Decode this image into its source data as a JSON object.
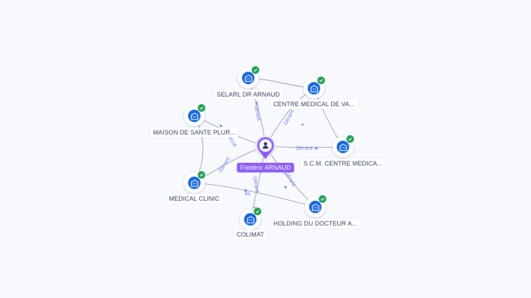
{
  "center": {
    "name": "Frédéric ARNAUD",
    "icon": "person-icon"
  },
  "nodes": [
    {
      "id": "selarl",
      "label": "SELARL DR ARNAUD",
      "icon": "building-icon",
      "status": "verified"
    },
    {
      "id": "centre",
      "label": "CENTRE MEDICAL DE VA...",
      "icon": "building-icon",
      "status": "verified"
    },
    {
      "id": "maison",
      "label": "MAISON DE SANTE PLUR...",
      "icon": "building-icon",
      "status": "verified"
    },
    {
      "id": "scm",
      "label": "S.C.M. CENTRE MEDICA...",
      "icon": "building-icon",
      "status": "verified"
    },
    {
      "id": "clinic",
      "label": "MEDICAL CLINIC",
      "icon": "building-icon",
      "status": "verified"
    },
    {
      "id": "holding",
      "label": "HOLDING DU DOCTEUR A...",
      "icon": "building-icon",
      "status": "verified"
    },
    {
      "id": "colimat",
      "label": "COLIMAT",
      "icon": "building-icon",
      "status": "verified"
    }
  ],
  "edge_labels": {
    "selarl": "Gérant",
    "centre": "Gérant",
    "maison": "Associé",
    "scm": "Gérant",
    "clinic": "Gérant",
    "holding": "Gérant",
    "colimat": "Gérant",
    "clinic_colimat": "As"
  },
  "colors": {
    "node_blue": "#1565d8",
    "check_green": "#1f9d55",
    "center_purple": "#8c5cf4",
    "edge_gray": "#7f8aa3",
    "edge_label": "#6b74d6"
  }
}
